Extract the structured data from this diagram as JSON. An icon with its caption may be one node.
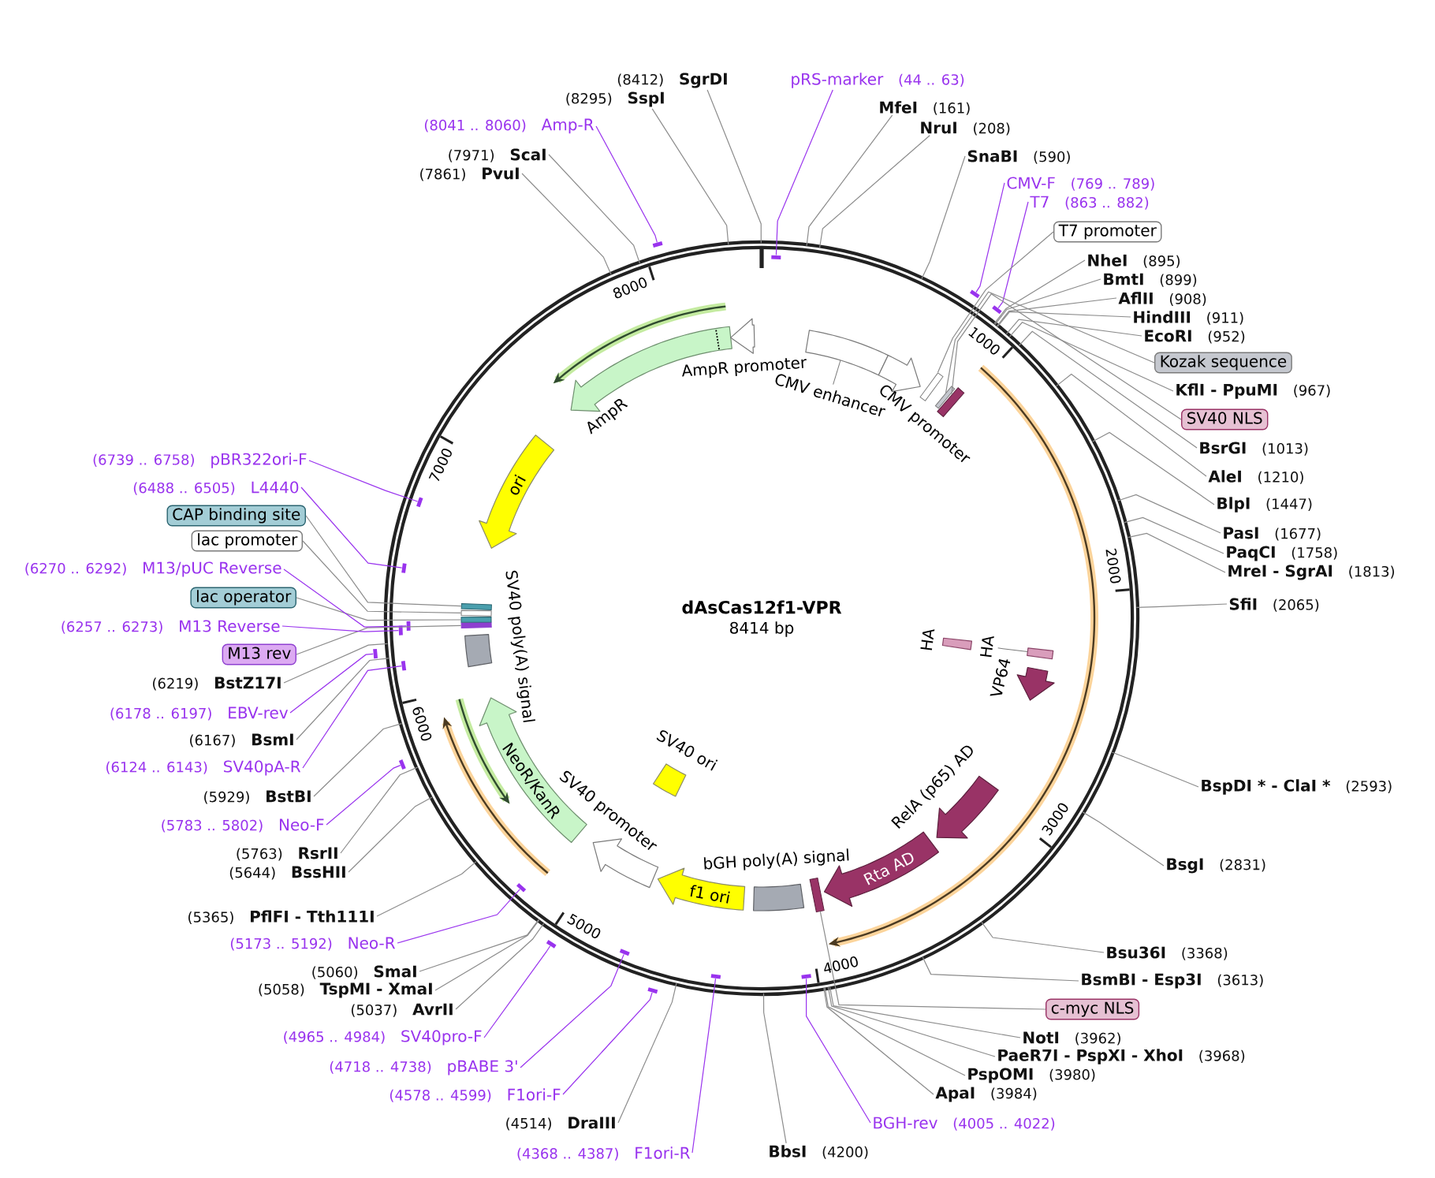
{
  "diagram": {
    "title": "dAsCas12f1-VPR",
    "nodes": [
      {
        "text": [
          "pRS-marker"
        ],
        "beside": [
          "(44 .. 63)"
        ]
      },
      {
        "text": [
          "MfeI"
        ],
        "beside": [
          "(161)"
        ]
      },
      {
        "text": [
          "NruI"
        ],
        "beside": [
          "(208)"
        ]
      },
      {
        "text": [
          "SnaBI"
        ],
        "beside": [
          "(590)"
        ]
      },
      {
        "text": [
          "CMV-F"
        ],
        "beside": [
          "(769 .. 789)"
        ]
      },
      {
        "text": [
          "T7"
        ],
        "beside": [
          "(863 .. 882)"
        ]
      },
      {
        "text": [
          "T7 promoter"
        ]
      },
      {
        "text": [
          "NheI"
        ],
        "beside": [
          "(895)"
        ]
      },
      {
        "text": [
          "BmtI"
        ],
        "beside": [
          "(899)"
        ]
      },
      {
        "text": [
          "AflII"
        ],
        "beside": [
          "(908)"
        ]
      },
      {
        "text": [
          "HindIII"
        ],
        "beside": [
          "(911)"
        ]
      },
      {
        "text": [
          "EcoRI"
        ],
        "beside": [
          "(952)"
        ]
      },
      {
        "text": [
          "Kozak sequence"
        ]
      },
      {
        "text": [
          "KflI - PpuMI"
        ],
        "beside": [
          "(967)"
        ]
      },
      {
        "text": [
          "SV40 NLS"
        ]
      },
      {
        "text": [
          "BsrGI"
        ],
        "beside": [
          "(1013)"
        ]
      },
      {
        "text": [
          "AleI"
        ],
        "beside": [
          "(1210)"
        ]
      },
      {
        "text": [
          "BlpI"
        ],
        "beside": [
          "(1447)"
        ]
      },
      {
        "text": [
          "PasI"
        ],
        "beside": [
          "(1677)"
        ]
      },
      {
        "text": [
          "PaqCI"
        ],
        "beside": [
          "(1758)"
        ]
      },
      {
        "text": [
          "MreI - SgrAI"
        ],
        "beside": [
          "(1813)"
        ]
      },
      {
        "text": [
          "SfiI"
        ],
        "beside": [
          "(2065)"
        ]
      },
      {
        "text": [
          "BspDI * - ClaI *"
        ],
        "beside": [
          "(2593)"
        ]
      },
      {
        "text": [
          "BsgI"
        ],
        "beside": [
          "(2831)"
        ]
      },
      {
        "text": [
          "Bsu36I"
        ],
        "beside": [
          "(3368)"
        ]
      },
      {
        "text": [
          "BsmBI - Esp3I"
        ],
        "beside": [
          "(3613)"
        ]
      },
      {
        "text": [
          "c-myc NLS"
        ]
      },
      {
        "text": [
          "NotI"
        ],
        "beside": [
          "(3962)"
        ]
      },
      {
        "text": [
          "PaeR7I - PspXI - XhoI"
        ],
        "beside": [
          "(3968)"
        ]
      },
      {
        "text": [
          "PspOMI"
        ],
        "beside": [
          "(3980)"
        ]
      },
      {
        "text": [
          "ApaI"
        ],
        "beside": [
          "(3984)"
        ]
      },
      {
        "text": [
          "BGH-rev"
        ],
        "beside": [
          "(4005 .. 4022)"
        ]
      },
      {
        "text": [
          "BbsI"
        ],
        "beside": [
          "(4200)"
        ]
      },
      {
        "text": [
          "F1ori-R"
        ],
        "beside": [
          "(4368 .. 4387)"
        ]
      },
      {
        "text": [
          "DraIII"
        ],
        "beside": [
          "(4514)"
        ]
      },
      {
        "text": [
          "F1ori-F"
        ],
        "beside": [
          "(4578 .. 4599)"
        ]
      },
      {
        "text": [
          "pBABE 3'"
        ],
        "beside": [
          "(4718 .. 4738)"
        ]
      },
      {
        "text": [
          "SV40pro-F"
        ],
        "beside": [
          "(4965 .. 4984)"
        ]
      },
      {
        "text": [
          "AvrII"
        ],
        "beside": [
          "(5037)"
        ]
      },
      {
        "text": [
          "TspMI - XmaI"
        ],
        "beside": [
          "(5058)"
        ]
      },
      {
        "text": [
          "SmaI"
        ],
        "beside": [
          "(5060)"
        ]
      },
      {
        "text": [
          "Neo-R"
        ],
        "beside": [
          "(5173 .. 5192)"
        ]
      },
      {
        "text": [
          "PflFI - Tth111I"
        ],
        "beside": [
          "(5365)"
        ]
      },
      {
        "text": [
          "BssHII"
        ],
        "beside": [
          "(5644)"
        ]
      },
      {
        "text": [
          "RsrII"
        ],
        "beside": [
          "(5763)"
        ]
      },
      {
        "text": [
          "Neo-F"
        ],
        "beside": [
          "(5783 .. 5802)"
        ]
      },
      {
        "text": [
          "BstBI"
        ],
        "beside": [
          "(5929)"
        ]
      },
      {
        "text": [
          "SV40pA-R"
        ],
        "beside": [
          "(6124 .. 6143)"
        ]
      },
      {
        "text": [
          "BsmI"
        ],
        "beside": [
          "(6167)"
        ]
      },
      {
        "text": [
          "EBV-rev"
        ],
        "beside": [
          "(6178 .. 6197)"
        ]
      },
      {
        "text": [
          "BstZ17I"
        ],
        "beside": [
          "(6219)"
        ]
      },
      {
        "text": [
          "M13 rev"
        ]
      },
      {
        "text": [
          "M13 Reverse"
        ],
        "beside": [
          "(6257 .. 6273)"
        ]
      },
      {
        "text": [
          "lac operator"
        ]
      },
      {
        "text": [
          "M13/pUC Reverse"
        ],
        "beside": [
          "(6270 .. 6292)"
        ]
      },
      {
        "text": [
          "lac promoter"
        ]
      },
      {
        "text": [
          "CAP binding site"
        ]
      },
      {
        "text": [
          "L4440"
        ],
        "beside": [
          "(6488 .. 6505)"
        ]
      },
      {
        "text": [
          "pBR322ori-F"
        ],
        "beside": [
          "(6739 .. 6758)"
        ]
      },
      {
        "text": [
          "PvuI"
        ],
        "beside": [
          "(7861)"
        ]
      },
      {
        "text": [
          "ScaI"
        ],
        "beside": [
          "(7971)"
        ]
      },
      {
        "text": [
          "Amp-R"
        ],
        "beside": [
          "(8041 .. 8060)"
        ]
      },
      {
        "text": [
          "SspI"
        ],
        "beside": [
          "(8295)"
        ]
      },
      {
        "text": [
          "SgrDI"
        ],
        "beside": [
          "(8412)"
        ]
      },
      {
        "text": [],
        "shape": "circle"
      },
      {
        "text": [
          "CMV enhancer"
        ],
        "in": 64
      },
      {
        "text": [
          "CMV promoter"
        ],
        "in": 64
      },
      {
        "text": [
          "HA"
        ],
        "in": 64
      },
      {
        "text": [
          "HA"
        ],
        "in": 64
      },
      {
        "text": [
          "VP64"
        ],
        "in": 64
      },
      {
        "text": [
          "RelA (p65) AD"
        ],
        "in": 64
      },
      {
        "text": [
          "Rta AD"
        ],
        "in": 64
      },
      {
        "text": [
          "bGH poly(A) signal"
        ],
        "in": 64
      },
      {
        "text": [
          "f1 ori"
        ],
        "in": 64
      },
      {
        "text": [
          "SV40 promoter"
        ],
        "in": 64
      },
      {
        "text": [
          "SV40 ori"
        ],
        "in": 64
      },
      {
        "text": [
          "NeoR/KanR"
        ],
        "in": 64
      },
      {
        "text": [
          "SV40 poly(A) signal"
        ],
        "in": 64
      },
      {
        "text": [
          "ori"
        ],
        "in": 64
      },
      {
        "text": [
          "AmpR"
        ],
        "in": 64
      },
      {
        "text": [
          "AmpR promoter"
        ],
        "in": 64
      },
      {
        "text": [],
        "shape": "box",
        "in": 64
      },
      {
        "text": [],
        "shape": "box",
        "in": 64
      },
      {
        "text": [],
        "shape": "box",
        "in": 64
      },
      {
        "text": [],
        "shape": "box",
        "in": 64
      },
      {
        "text": [],
        "shape": "box",
        "in": 64
      },
      {
        "text": [],
        "shape": "box",
        "in": 64
      },
      {
        "text": [],
        "shape": "box",
        "in": 64
      },
      {
        "text": [],
        "shape": "box",
        "in": 64
      },
      {
        "text": [],
        "shape": "bar",
        "in": 64
      },
      {
        "text": [],
        "shape": "bar"
      },
      {
        "text": [],
        "shape": "bar"
      },
      {
        "text": [],
        "shape": "bar",
        "in": 64
      },
      {
        "text": [],
        "shape": "bar",
        "in": 64
      },
      {
        "text": [],
        "shape": "bar"
      },
      {
        "text": [],
        "shape": "bar",
        "in": 64
      },
      {
        "text": [],
        "shape": "bar"
      },
      {
        "text": [],
        "shape": "bar",
        "in": 64
      },
      {
        "text": [],
        "shape": "bar"
      },
      {
        "text": [],
        "shape": "bar",
        "in": 64
      },
      {
        "text": [],
        "shape": "bar"
      },
      {
        "text": [],
        "shape": "bar",
        "in": 64
      },
      {
        "text": [],
        "shape": "bar",
        "in": 64
      },
      {
        "text": [],
        "shape": "bar",
        "in": 64
      },
      {
        "text": [],
        "shape": "bar",
        "in": 64
      },
      {
        "text": [],
        "shape": "bar"
      }
    ],
    "edges": [
      {
        "from": 0,
        "to": 89,
        "arrow": "none",
        "color": "#9933ee"
      },
      {
        "from": 1,
        "to": 64,
        "arrow": "none"
      },
      {
        "from": 2,
        "to": 64,
        "arrow": "none"
      },
      {
        "from": 3,
        "to": 64,
        "arrow": "none"
      },
      {
        "from": 4,
        "to": 90,
        "arrow": "none",
        "color": "#9933ee"
      },
      {
        "from": 5,
        "to": 91,
        "arrow": "none",
        "color": "#9933ee"
      },
      {
        "from": 6,
        "to": 81,
        "arrow": "none"
      },
      {
        "from": 7,
        "to": 64,
        "arrow": "none"
      },
      {
        "from": 8,
        "to": 64,
        "arrow": "none"
      },
      {
        "from": 9,
        "to": 64,
        "arrow": "none"
      },
      {
        "from": 10,
        "to": 64,
        "arrow": "none"
      },
      {
        "from": 11,
        "to": 64,
        "arrow": "none"
      },
      {
        "from": 12,
        "to": 82,
        "arrow": "none"
      },
      {
        "from": 13,
        "to": 64,
        "arrow": "none"
      },
      {
        "from": 14,
        "to": 83,
        "arrow": "none"
      },
      {
        "from": 15,
        "to": 64,
        "arrow": "none"
      },
      {
        "from": 16,
        "to": 64,
        "arrow": "none"
      },
      {
        "from": 17,
        "to": 64,
        "arrow": "none"
      },
      {
        "from": 18,
        "to": 64,
        "arrow": "none"
      },
      {
        "from": 19,
        "to": 64,
        "arrow": "none"
      },
      {
        "from": 20,
        "to": 64,
        "arrow": "none"
      },
      {
        "from": 21,
        "to": 64,
        "arrow": "none"
      },
      {
        "from": 22,
        "to": 64,
        "arrow": "none"
      },
      {
        "from": 23,
        "to": 64,
        "arrow": "none"
      },
      {
        "from": 24,
        "to": 64,
        "arrow": "none"
      },
      {
        "from": 25,
        "to": 64,
        "arrow": "none"
      },
      {
        "from": 26,
        "to": 84,
        "arrow": "none"
      },
      {
        "from": 27,
        "to": 64,
        "arrow": "none"
      },
      {
        "from": 28,
        "to": 64,
        "arrow": "none"
      },
      {
        "from": 29,
        "to": 64,
        "arrow": "none"
      },
      {
        "from": 30,
        "to": 64,
        "arrow": "none"
      },
      {
        "from": 31,
        "to": 92,
        "arrow": "none",
        "color": "#9933ee"
      },
      {
        "from": 32,
        "to": 64,
        "arrow": "none"
      },
      {
        "from": 33,
        "to": 93,
        "arrow": "none",
        "color": "#9933ee"
      },
      {
        "from": 34,
        "to": 64,
        "arrow": "none"
      },
      {
        "from": 35,
        "to": 94,
        "arrow": "none",
        "color": "#9933ee"
      },
      {
        "from": 36,
        "to": 95,
        "arrow": "none",
        "color": "#9933ee"
      },
      {
        "from": 37,
        "to": 96,
        "arrow": "none",
        "color": "#9933ee"
      },
      {
        "from": 38,
        "to": 64,
        "arrow": "none"
      },
      {
        "from": 39,
        "to": 64,
        "arrow": "none"
      },
      {
        "from": 40,
        "to": 64,
        "arrow": "none"
      },
      {
        "from": 41,
        "to": 97,
        "arrow": "none",
        "color": "#9933ee"
      },
      {
        "from": 42,
        "to": 64,
        "arrow": "none"
      },
      {
        "from": 43,
        "to": 64,
        "arrow": "none"
      },
      {
        "from": 44,
        "to": 64,
        "arrow": "none"
      },
      {
        "from": 45,
        "to": 98,
        "arrow": "none",
        "color": "#9933ee"
      },
      {
        "from": 46,
        "to": 64,
        "arrow": "none"
      },
      {
        "from": 47,
        "to": 99,
        "arrow": "none",
        "color": "#9933ee"
      },
      {
        "from": 48,
        "to": 64,
        "arrow": "none"
      },
      {
        "from": 49,
        "to": 100,
        "arrow": "none",
        "color": "#9933ee"
      },
      {
        "from": 50,
        "to": 64,
        "arrow": "none"
      },
      {
        "from": 51,
        "to": 85,
        "arrow": "none"
      },
      {
        "from": 52,
        "to": 101,
        "arrow": "none",
        "color": "#9933ee"
      },
      {
        "from": 53,
        "to": 86,
        "arrow": "none"
      },
      {
        "from": 54,
        "to": 102,
        "arrow": "none",
        "color": "#9933ee"
      },
      {
        "from": 55,
        "to": 87,
        "arrow": "none"
      },
      {
        "from": 56,
        "to": 88,
        "arrow": "none"
      },
      {
        "from": 57,
        "to": 103,
        "arrow": "none",
        "color": "#9933ee"
      },
      {
        "from": 58,
        "to": 104,
        "arrow": "none",
        "color": "#9933ee"
      },
      {
        "from": 59,
        "to": 64,
        "arrow": "none"
      },
      {
        "from": 60,
        "to": 64,
        "arrow": "none"
      },
      {
        "from": 61,
        "to": 105,
        "arrow": "none",
        "color": "#9933ee"
      },
      {
        "from": 62,
        "to": 64,
        "arrow": "none"
      },
      {
        "from": 63,
        "to": 64,
        "arrow": "none"
      }
    ],
    "labels": [
      "8414 bp",
      "1000",
      "2000",
      "3000",
      "4000",
      "5000",
      "6000",
      "7000",
      "8000"
    ]
  }
}
